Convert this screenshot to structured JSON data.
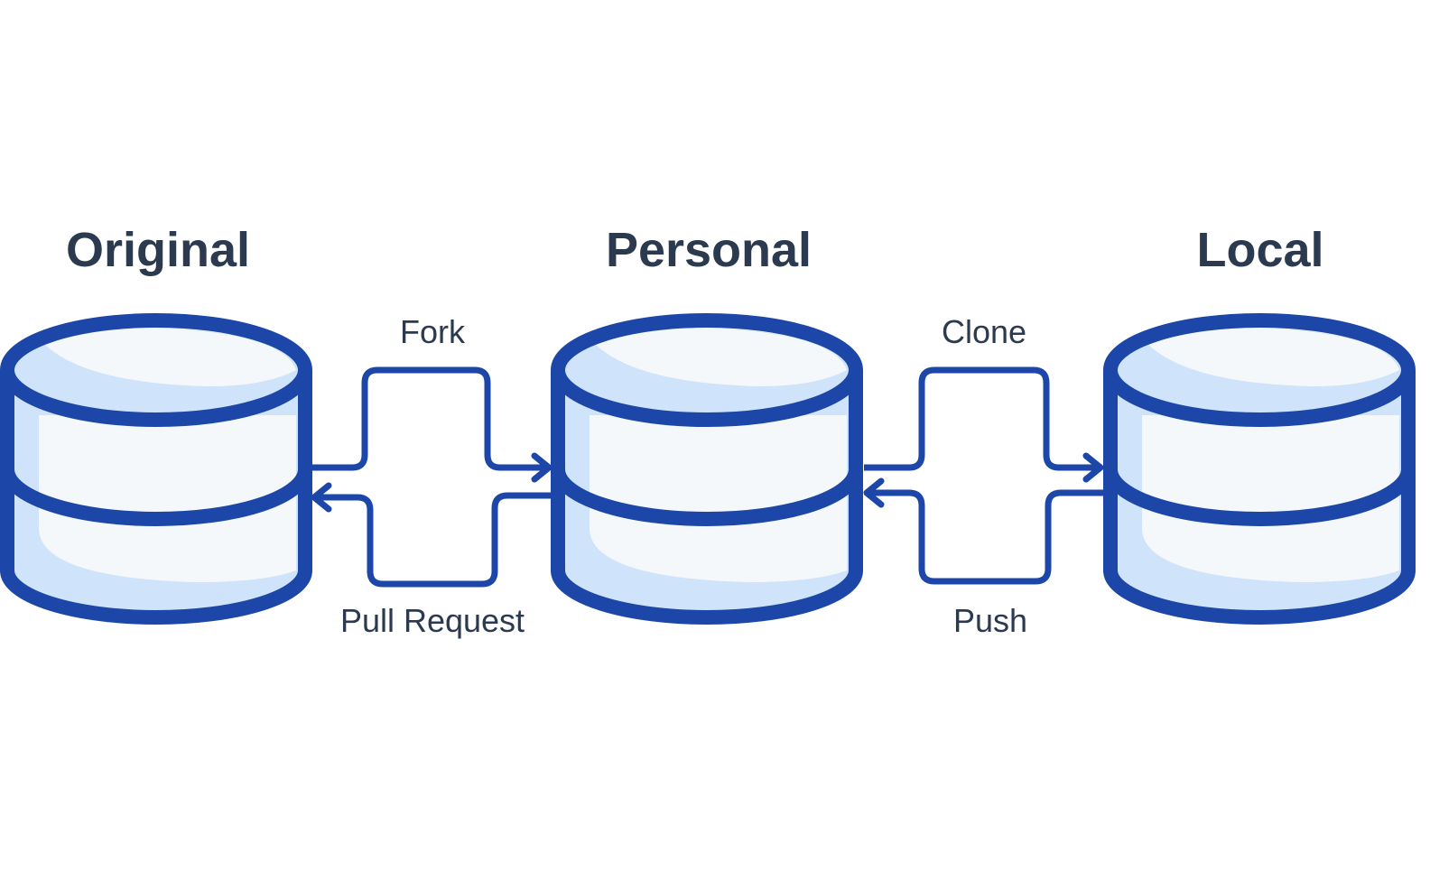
{
  "repositories": {
    "original": {
      "title": "Original"
    },
    "personal": {
      "title": "Personal"
    },
    "local": {
      "title": "Local"
    }
  },
  "flows": {
    "fork": {
      "label": "Fork"
    },
    "pull_request": {
      "label": "Pull Request"
    },
    "clone": {
      "label": "Clone"
    },
    "push": {
      "label": "Push"
    }
  },
  "colors": {
    "stroke": "#1c47a8",
    "fill_light": "#cfe3fa",
    "fill_body": "#f5f8fb",
    "text": "#2c3a4f"
  },
  "icons": {
    "repository": "database-icon",
    "arrow": "arrow-right-icon"
  }
}
